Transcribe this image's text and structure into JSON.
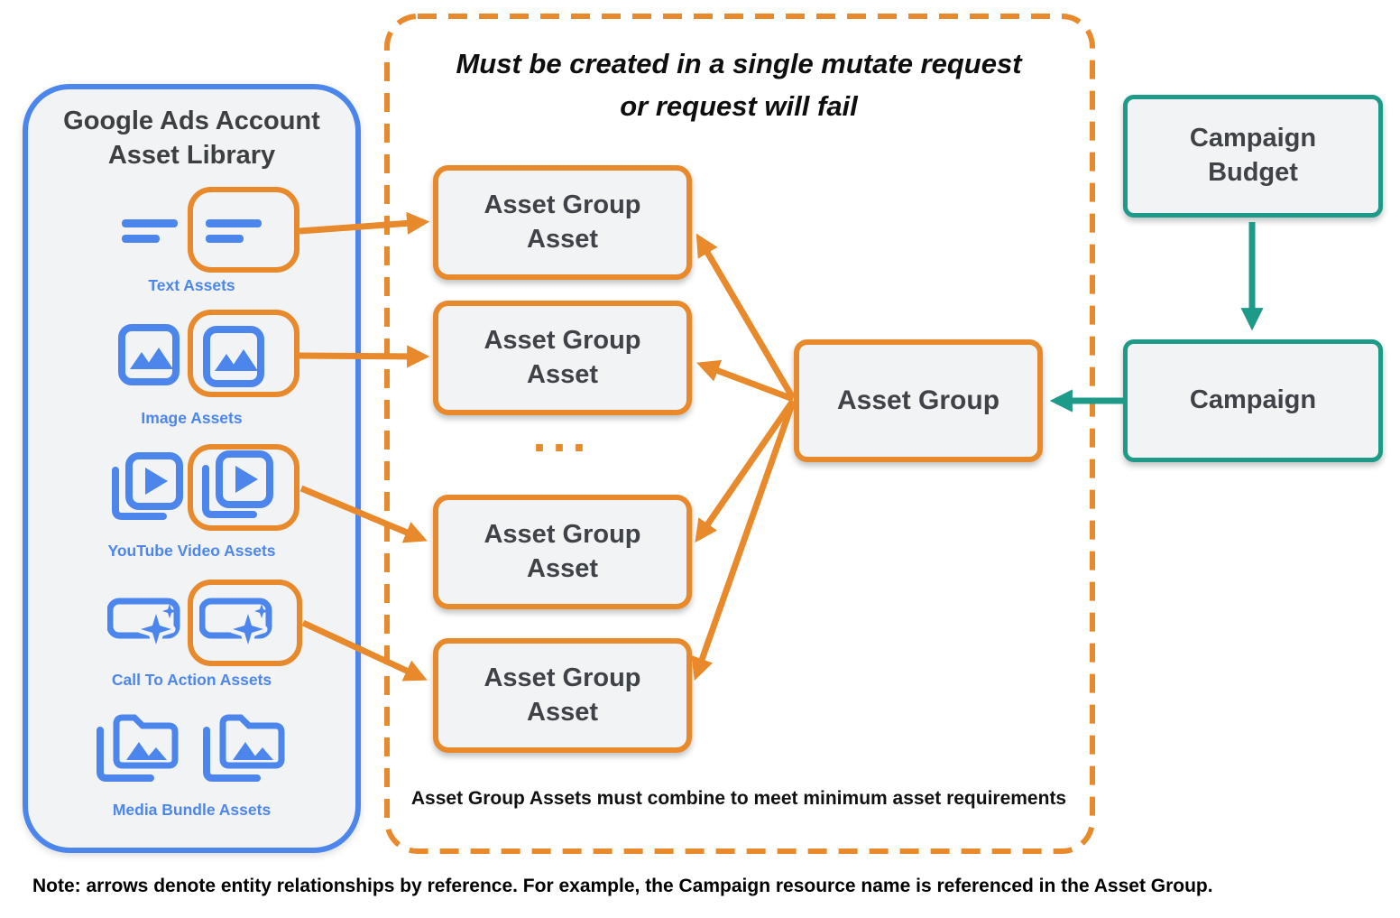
{
  "colors": {
    "orange": "#E8892B",
    "blue": "#4C86EC",
    "teal": "#1E9A89",
    "box_fill": "#F1F3F4",
    "dark_text": "#3C4043"
  },
  "library": {
    "title_line1": "Google Ads Account",
    "title_line2": "Asset Library",
    "rows": [
      {
        "label": "Text Assets"
      },
      {
        "label": "Image Assets"
      },
      {
        "label": "YouTube Video  Assets"
      },
      {
        "label": "Call To Action Assets"
      },
      {
        "label": "Media Bundle  Assets"
      }
    ]
  },
  "mutate_region": {
    "title_line1": "Must be created in a single mutate request",
    "title_line2": "or request will fail",
    "ellipsis": "...",
    "footnote": "Asset Group Assets must combine to meet minimum asset requirements"
  },
  "asset_group_asset": {
    "line1": "Asset Group",
    "line2": "Asset"
  },
  "asset_group": {
    "label": "Asset Group"
  },
  "campaign_budget": {
    "line1": "Campaign",
    "line2": "Budget"
  },
  "campaign": {
    "label": "Campaign"
  },
  "note": "Note: arrows denote entity relationships by reference. For example, the Campaign resource name is referenced in the Asset Group."
}
